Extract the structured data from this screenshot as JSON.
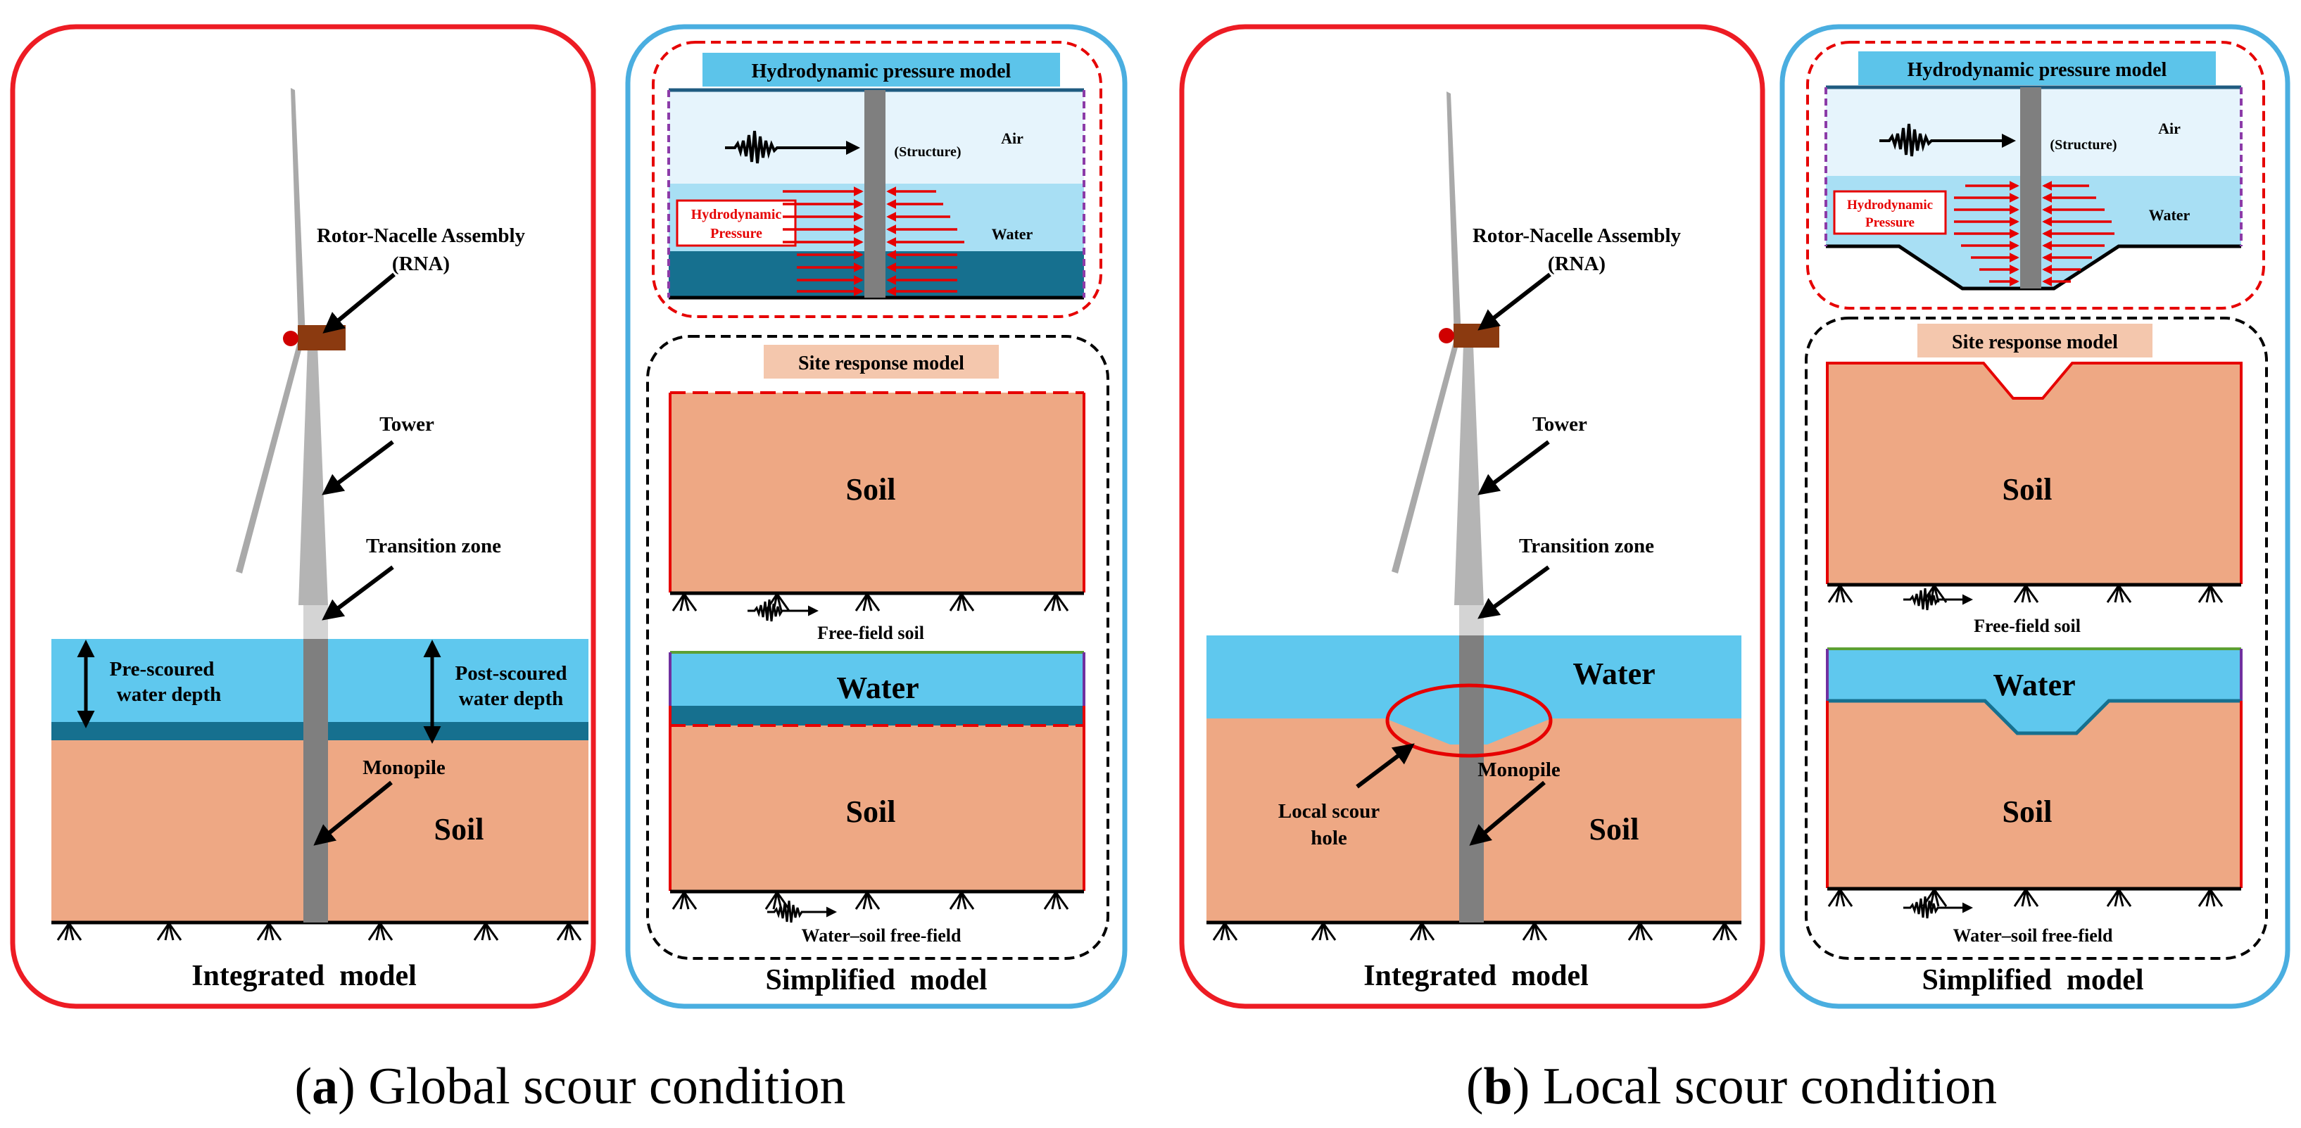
{
  "panel_a": {
    "caption_letter": "a",
    "caption_rest": ") Global scour condition",
    "integrated": {
      "title": "Integrated  model",
      "rna_label_1": "Rotor-Nacelle Assembly",
      "rna_label_2": "(RNA)",
      "tower_label": "Tower",
      "transition_label": "Transition zone",
      "pre_scour_1": "Pre-scoured",
      "pre_scour_2": "water depth",
      "post_scour_1": "Post-scoured",
      "post_scour_2": "water depth",
      "monopile_label": "Monopile",
      "soil_label": "Soil"
    },
    "simplified": {
      "title": "Simplified  model",
      "hydro_title": "Hydrodynamic pressure model",
      "structure_label": "(Structure)",
      "air_label": "Air",
      "water_small_label": "Water",
      "hp_label_1": "Hydrodynamic",
      "hp_label_2": "Pressure",
      "site_title": "Site response model",
      "soil_label_1": "Soil",
      "freefield_label": "Free-field soil",
      "water_label": "Water",
      "soil_label_2": "Soil",
      "ws_freefield_label": "Water–soil free-field"
    }
  },
  "panel_b": {
    "caption_letter": "b",
    "caption_rest": ") Local scour condition",
    "integrated": {
      "title": "Integrated  model",
      "rna_label_1": "Rotor-Nacelle Assembly",
      "rna_label_2": "(RNA)",
      "tower_label": "Tower",
      "transition_label": "Transition zone",
      "water_label": "Water",
      "scour_label_1": "Local scour",
      "scour_label_2": "hole",
      "monopile_label": "Monopile",
      "soil_label": "Soil"
    },
    "simplified": {
      "title": "Simplified  model",
      "hydro_title": "Hydrodynamic pressure model",
      "structure_label": "(Structure)",
      "air_label": "Air",
      "water_small_label": "Water",
      "hp_label_1": "Hydrodynamic",
      "hp_label_2": "Pressure",
      "site_title": "Site response model",
      "soil_label_1": "Soil",
      "freefield_label": "Free-field soil",
      "water_label": "Water",
      "soil_label_2": "Soil",
      "ws_freefield_label": "Water–soil free-field"
    }
  },
  "colors": {
    "integrated_frame": "#ed1c24",
    "simplified_frame": "#4aaee0",
    "water": "#5fc8ee",
    "seabed_band": "#16708f",
    "soil": "#eea884",
    "tower_light": "#b4b4b4",
    "tower_dark": "#7f7f7f",
    "hydro_title_bg": "#5cc4ea",
    "site_title_bg": "#f4c7ad",
    "air": "#e6f4fc",
    "arrow_red": "#e60000",
    "nacelle": "#8b3a10"
  }
}
